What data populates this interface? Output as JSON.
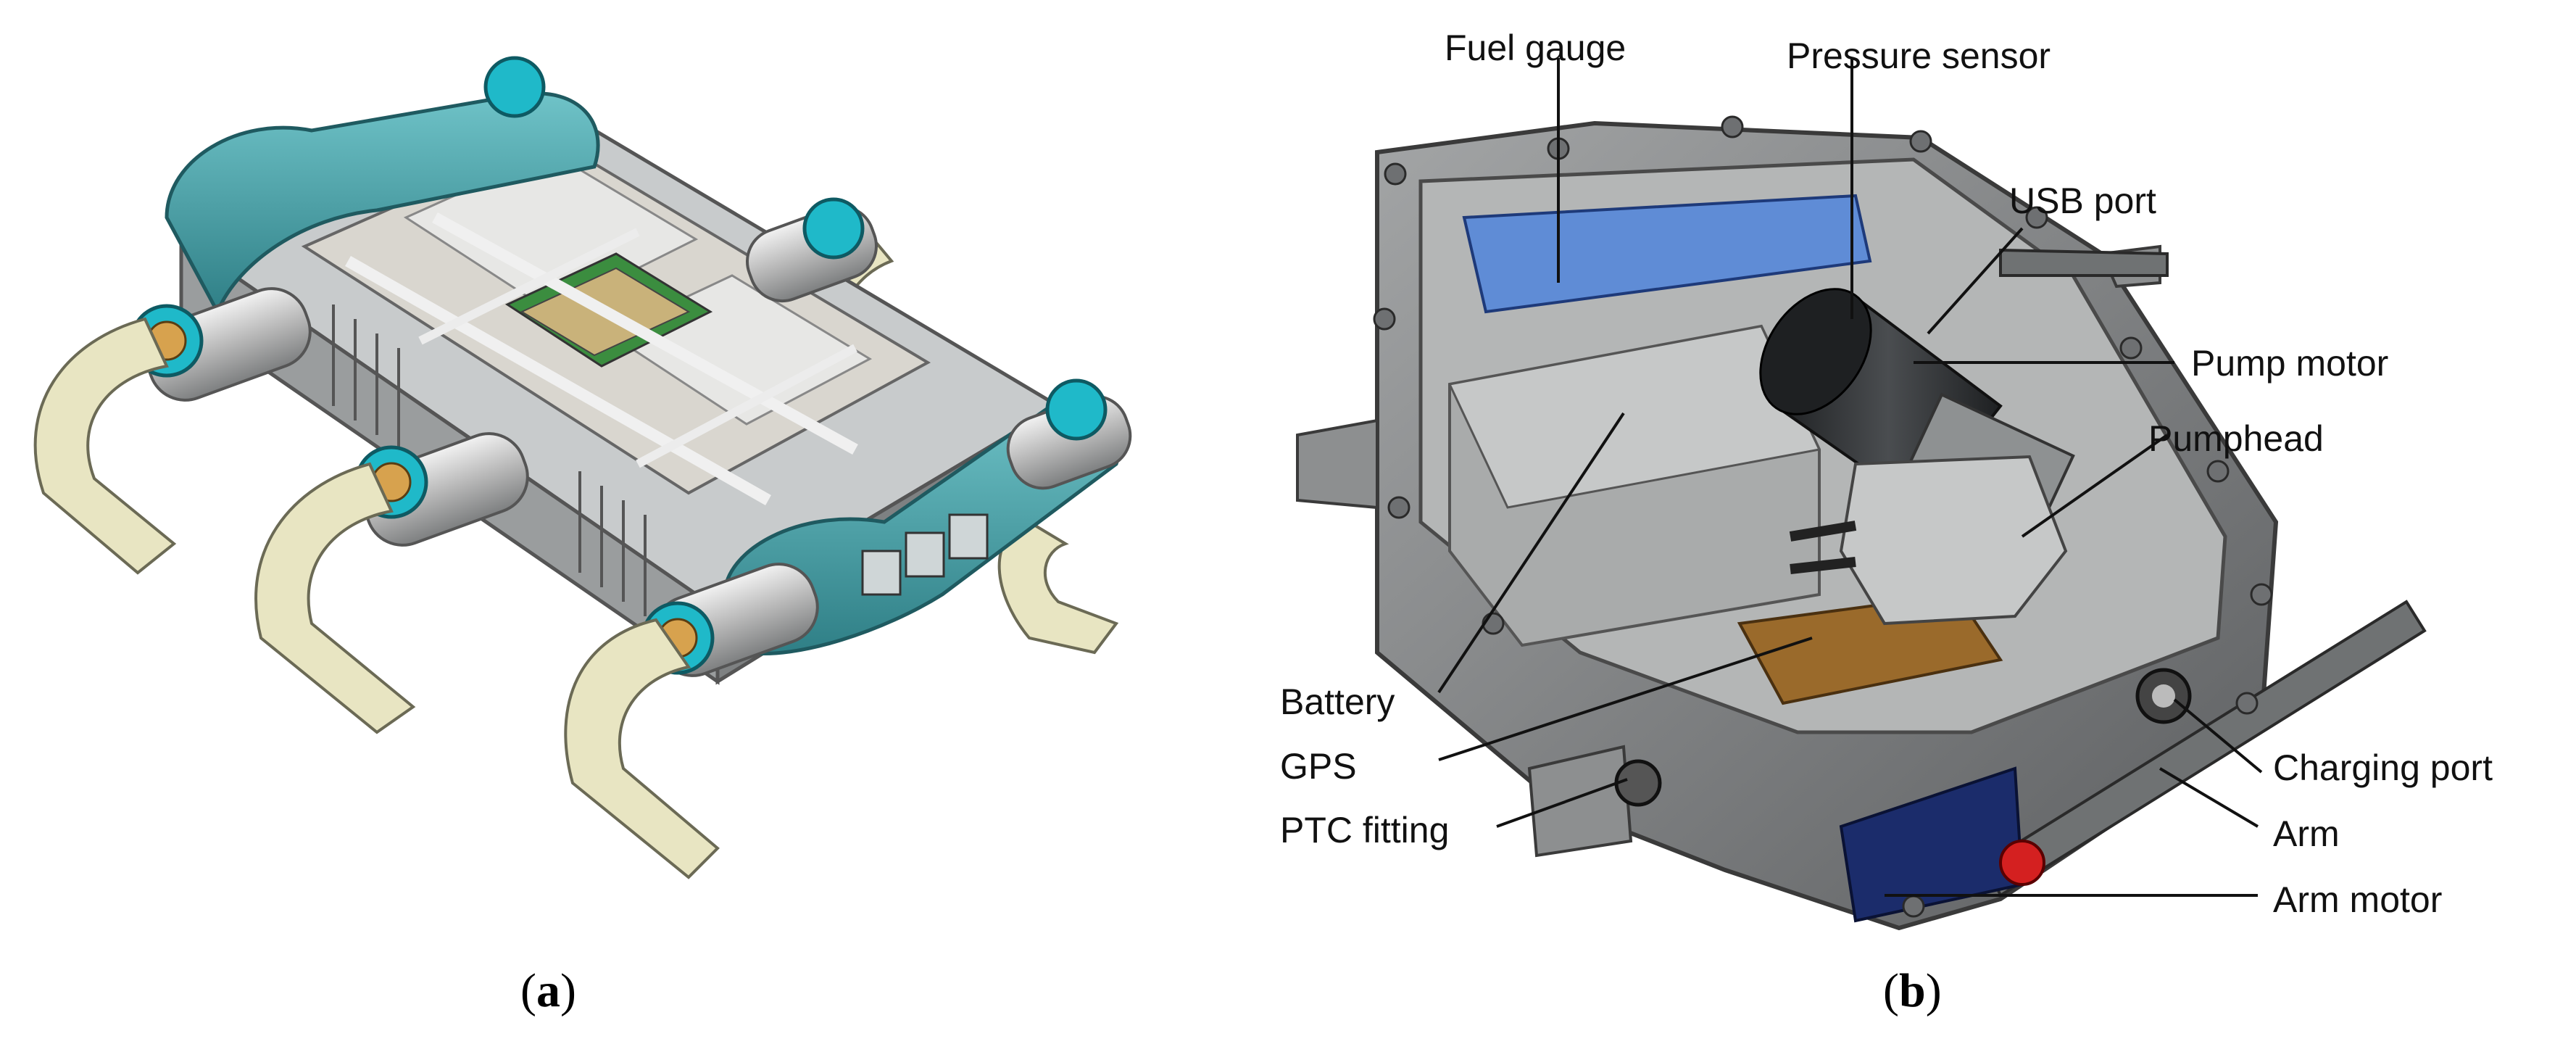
{
  "panels": [
    {
      "open": "(",
      "letter": "a",
      "close": ")"
    },
    {
      "open": "(",
      "letter": "b",
      "close": ")"
    }
  ],
  "callouts": {
    "fuel_gauge": "Fuel gauge",
    "pressure_sensor": "Pressure sensor",
    "usb_port": "USB port",
    "pump_motor": "Pump motor",
    "pumphead": "Pumphead",
    "battery": "Battery",
    "gps": "GPS",
    "ptc_fitting": "PTC fitting",
    "charging_port": "Charging port",
    "arm": "Arm",
    "arm_motor": "Arm motor"
  },
  "colors": {
    "robot_teal": "#3e9fa6",
    "robot_cyan": "#1fb9c9",
    "robot_frame": "#b9bcbd",
    "robot_dark": "#3a3d3f",
    "leg_cream": "#e8e5c2",
    "hub_orange": "#d7a24e",
    "box_gray": "#8d8f90",
    "box_inner": "#a7a9a9",
    "fuel_blue": "#5f8cd6",
    "gps_brown": "#9a6a2b",
    "motor_dark": "#2d2f31",
    "arm_red": "#d42020",
    "navy": "#1b2c6b"
  }
}
